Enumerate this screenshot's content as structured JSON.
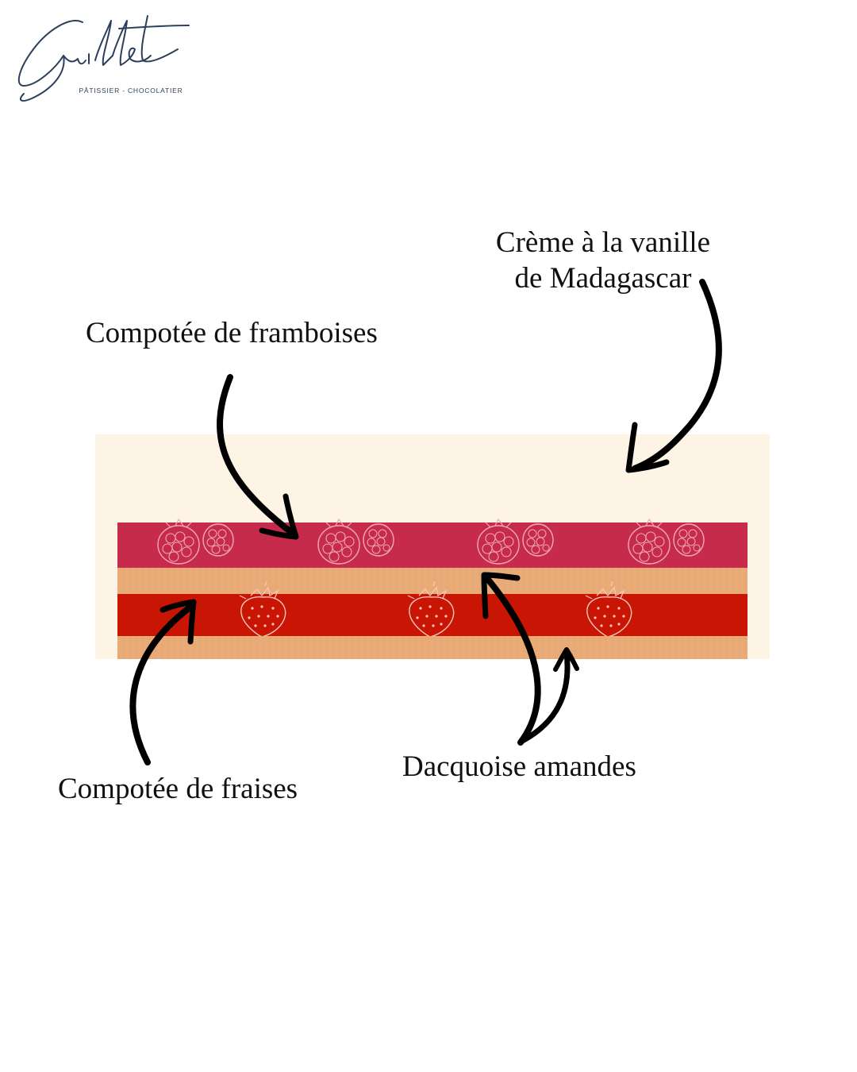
{
  "brand": {
    "signature": "Guillet",
    "tagline": "PÂTISSIER - CHOCOLATIER"
  },
  "labels": {
    "creme_line1": "Crème à la vanille",
    "creme_line2": "de Madagascar",
    "framboises": "Compotée de framboises",
    "fraises": "Compotée de fraises",
    "dacquoise": "Dacquoise amandes"
  },
  "colors": {
    "brand": "#2b3f5c",
    "creme": "#fdf4e6",
    "framboise": "#c72b4b",
    "dacquoise": "#e8aa76",
    "fraise": "#c81504",
    "arrow": "#000000"
  },
  "icons": {
    "raspberry": "raspberry-icon",
    "strawberry": "strawberry-icon"
  }
}
